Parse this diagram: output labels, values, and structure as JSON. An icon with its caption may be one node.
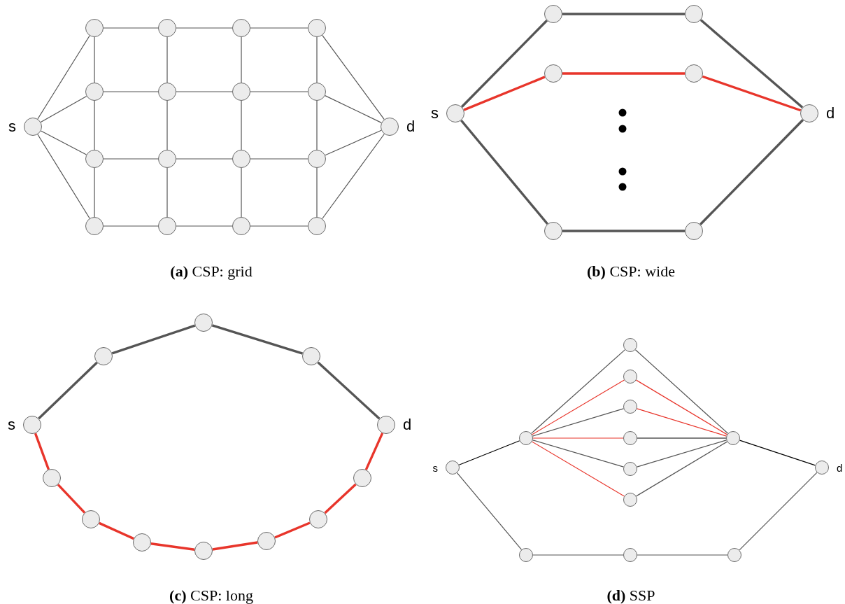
{
  "diagram": {
    "nodes": [
      {
        "text": [],
        "shape": "circle",
        "beside": [
          "s"
        ]
      },
      {
        "text": [],
        "shape": "circle"
      },
      {
        "text": [],
        "shape": "circle"
      },
      {
        "text": [],
        "shape": "circle"
      },
      {
        "text": [],
        "shape": "circle"
      },
      {
        "text": [],
        "shape": "circle"
      },
      {
        "text": [],
        "shape": "circle"
      },
      {
        "text": [],
        "shape": "circle"
      },
      {
        "text": [],
        "shape": "circle"
      },
      {
        "text": [],
        "shape": "circle"
      },
      {
        "text": [],
        "shape": "circle"
      },
      {
        "text": [],
        "shape": "circle"
      },
      {
        "text": [],
        "shape": "circle"
      },
      {
        "text": [],
        "shape": "circle"
      },
      {
        "text": [],
        "shape": "circle"
      },
      {
        "text": [],
        "shape": "circle"
      },
      {
        "text": [],
        "shape": "circle"
      },
      {
        "text": [],
        "shape": "circle",
        "beside": [
          "d"
        ]
      },
      {
        "text": [],
        "shape": "circle",
        "beside": [
          "s"
        ]
      },
      {
        "text": [],
        "shape": "circle"
      },
      {
        "text": [],
        "shape": "circle"
      },
      {
        "text": [],
        "shape": "circle"
      },
      {
        "text": [],
        "shape": "circle"
      },
      {
        "text": [],
        "shape": "circle"
      },
      {
        "text": [],
        "shape": "circle"
      },
      {
        "text": [],
        "shape": "circle",
        "beside": [
          "d"
        ]
      },
      {
        "text": [],
        "shape": "circle",
        "beside": [
          "s"
        ]
      },
      {
        "text": [],
        "shape": "circle"
      },
      {
        "text": [],
        "shape": "circle"
      },
      {
        "text": [],
        "shape": "circle"
      },
      {
        "text": [],
        "shape": "circle",
        "beside": [
          "d"
        ]
      },
      {
        "text": [],
        "shape": "circle"
      },
      {
        "text": [],
        "shape": "circle"
      },
      {
        "text": [],
        "shape": "circle"
      },
      {
        "text": [],
        "shape": "circle"
      },
      {
        "text": [],
        "shape": "circle"
      },
      {
        "text": [],
        "shape": "circle"
      },
      {
        "text": [],
        "shape": "circle"
      },
      {
        "text": [],
        "shape": "circle",
        "beside": [
          "s"
        ]
      },
      {
        "text": [],
        "shape": "circle"
      },
      {
        "text": [],
        "shape": "circle"
      },
      {
        "text": [],
        "shape": "circle"
      },
      {
        "text": [],
        "shape": "circle"
      },
      {
        "text": [],
        "shape": "circle"
      },
      {
        "text": [],
        "shape": "circle"
      },
      {
        "text": [],
        "shape": "circle"
      },
      {
        "text": [],
        "shape": "circle"
      },
      {
        "text": [],
        "shape": "circle",
        "beside": [
          "d"
        ]
      },
      {
        "text": [],
        "shape": "circle"
      },
      {
        "text": [],
        "shape": "circle"
      },
      {
        "text": [],
        "shape": "circle"
      }
    ],
    "edges": [
      {
        "from": 0,
        "to": 1,
        "arrow": "none"
      },
      {
        "from": 0,
        "to": 5,
        "arrow": "none"
      },
      {
        "from": 0,
        "to": 9,
        "arrow": "none"
      },
      {
        "from": 0,
        "to": 13,
        "arrow": "none"
      },
      {
        "from": 1,
        "to": 2,
        "arrow": "none"
      },
      {
        "from": 2,
        "to": 3,
        "arrow": "none"
      },
      {
        "from": 3,
        "to": 4,
        "arrow": "none"
      },
      {
        "from": 5,
        "to": 6,
        "arrow": "none"
      },
      {
        "from": 6,
        "to": 7,
        "arrow": "none"
      },
      {
        "from": 7,
        "to": 8,
        "arrow": "none"
      },
      {
        "from": 9,
        "to": 10,
        "arrow": "none"
      },
      {
        "from": 10,
        "to": 11,
        "arrow": "none"
      },
      {
        "from": 11,
        "to": 12,
        "arrow": "none"
      },
      {
        "from": 13,
        "to": 14,
        "arrow": "none"
      },
      {
        "from": 14,
        "to": 15,
        "arrow": "none"
      },
      {
        "from": 15,
        "to": 16,
        "arrow": "none"
      },
      {
        "from": 1,
        "to": 5,
        "arrow": "none"
      },
      {
        "from": 5,
        "to": 9,
        "arrow": "none"
      },
      {
        "from": 9,
        "to": 13,
        "arrow": "none"
      },
      {
        "from": 2,
        "to": 6,
        "arrow": "none"
      },
      {
        "from": 6,
        "to": 10,
        "arrow": "none"
      },
      {
        "from": 10,
        "to": 14,
        "arrow": "none"
      },
      {
        "from": 3,
        "to": 7,
        "arrow": "none"
      },
      {
        "from": 7,
        "to": 11,
        "arrow": "none"
      },
      {
        "from": 11,
        "to": 15,
        "arrow": "none"
      },
      {
        "from": 4,
        "to": 8,
        "arrow": "none"
      },
      {
        "from": 8,
        "to": 12,
        "arrow": "none"
      },
      {
        "from": 12,
        "to": 16,
        "arrow": "none"
      },
      {
        "from": 4,
        "to": 17,
        "arrow": "none"
      },
      {
        "from": 8,
        "to": 17,
        "arrow": "none"
      },
      {
        "from": 12,
        "to": 17,
        "arrow": "none"
      },
      {
        "from": 16,
        "to": 17,
        "arrow": "none"
      },
      {
        "from": 18,
        "to": 19,
        "arrow": "none",
        "style": "thick"
      },
      {
        "from": 19,
        "to": 20,
        "arrow": "none",
        "style": "thick"
      },
      {
        "from": 20,
        "to": 25,
        "arrow": "none",
        "style": "thick"
      },
      {
        "from": 18,
        "to": 21,
        "arrow": "none",
        "style": "thick",
        "color": "#e8352b"
      },
      {
        "from": 21,
        "to": 22,
        "arrow": "none",
        "style": "thick",
        "color": "#e8352b"
      },
      {
        "from": 22,
        "to": 25,
        "arrow": "none",
        "style": "thick",
        "color": "#e8352b"
      },
      {
        "from": 18,
        "to": 23,
        "arrow": "none",
        "style": "thick"
      },
      {
        "from": 23,
        "to": 24,
        "arrow": "none",
        "style": "thick"
      },
      {
        "from": 24,
        "to": 25,
        "arrow": "none",
        "style": "thick"
      },
      {
        "from": 26,
        "to": 27,
        "arrow": "none",
        "style": "thick"
      },
      {
        "from": 27,
        "to": 28,
        "arrow": "none",
        "style": "thick"
      },
      {
        "from": 28,
        "to": 29,
        "arrow": "none",
        "style": "thick"
      },
      {
        "from": 29,
        "to": 30,
        "arrow": "none",
        "style": "thick"
      },
      {
        "from": 26,
        "to": 31,
        "arrow": "none",
        "style": "thick",
        "color": "#e8352b"
      },
      {
        "from": 31,
        "to": 32,
        "arrow": "none",
        "style": "thick",
        "color": "#e8352b"
      },
      {
        "from": 32,
        "to": 33,
        "arrow": "none",
        "style": "thick",
        "color": "#e8352b"
      },
      {
        "from": 33,
        "to": 34,
        "arrow": "none",
        "style": "thick",
        "color": "#e8352b"
      },
      {
        "from": 34,
        "to": 35,
        "arrow": "none",
        "style": "thick",
        "color": "#e8352b"
      },
      {
        "from": 35,
        "to": 36,
        "arrow": "none",
        "style": "thick",
        "color": "#e8352b"
      },
      {
        "from": 36,
        "to": 37,
        "arrow": "none",
        "style": "thick",
        "color": "#e8352b"
      },
      {
        "from": 37,
        "to": 30,
        "arrow": "none",
        "style": "thick",
        "color": "#e8352b"
      },
      {
        "from": 38,
        "to": 39,
        "arrow": "none",
        "color": "#000000"
      },
      {
        "from": 39,
        "to": 40,
        "arrow": "none"
      },
      {
        "from": 39,
        "to": 41,
        "arrow": "none",
        "color": "#e8352b"
      },
      {
        "from": 39,
        "to": 42,
        "arrow": "none"
      },
      {
        "from": 39,
        "to": 43,
        "arrow": "none",
        "color": "#e8352b"
      },
      {
        "from": 39,
        "to": 44,
        "arrow": "none"
      },
      {
        "from": 39,
        "to": 45,
        "arrow": "none",
        "color": "#e8352b"
      },
      {
        "from": 40,
        "to": 46,
        "arrow": "none"
      },
      {
        "from": 41,
        "to": 46,
        "arrow": "none",
        "color": "#e8352b"
      },
      {
        "from": 42,
        "to": 46,
        "arrow": "none",
        "color": "#e8352b"
      },
      {
        "from": 43,
        "to": 46,
        "arrow": "none",
        "color": "#000000"
      },
      {
        "from": 44,
        "to": 46,
        "arrow": "none"
      },
      {
        "from": 45,
        "to": 46,
        "arrow": "none"
      },
      {
        "from": 46,
        "to": 47,
        "arrow": "none",
        "color": "#000000"
      },
      {
        "from": 38,
        "to": 48,
        "arrow": "none"
      },
      {
        "from": 48,
        "to": 49,
        "arrow": "none"
      },
      {
        "from": 49,
        "to": 50,
        "arrow": "none"
      },
      {
        "from": 50,
        "to": 47,
        "arrow": "none"
      }
    ],
    "labels": [
      "**(a)** CSP: grid",
      "**(b)** CSP: wide",
      "**(c)** CSP: long",
      "**(d)** SSP"
    ]
  }
}
